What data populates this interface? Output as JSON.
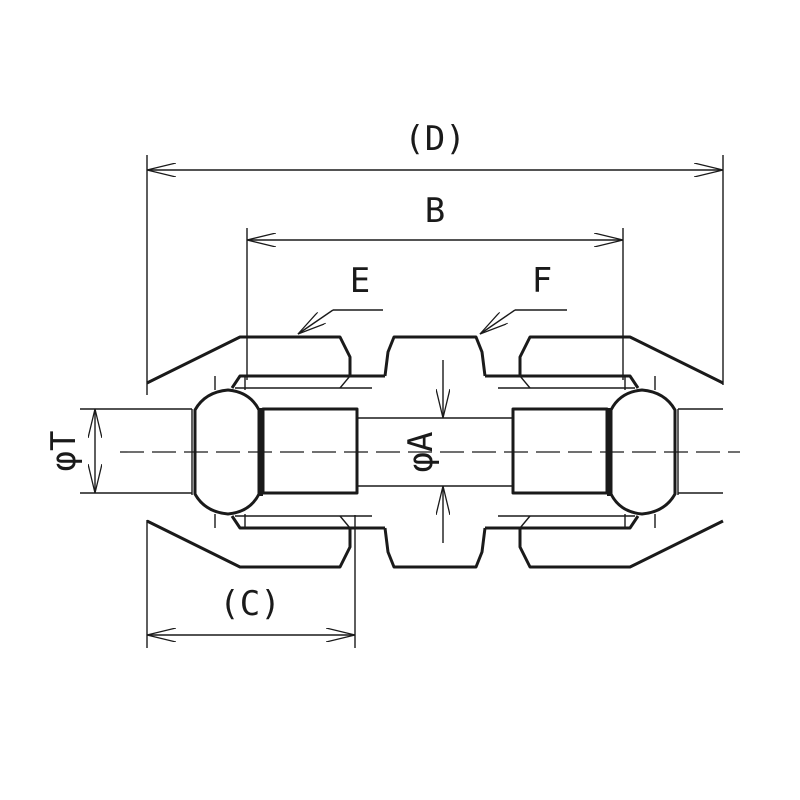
{
  "drawing": {
    "title": "Union fitting dimension drawing",
    "labels": {
      "overall_length": "(D)",
      "body_length": "B",
      "nut_label": "E",
      "body_label": "F",
      "half_length": "(C)",
      "tube_od": "φT",
      "bore": "φA"
    }
  }
}
